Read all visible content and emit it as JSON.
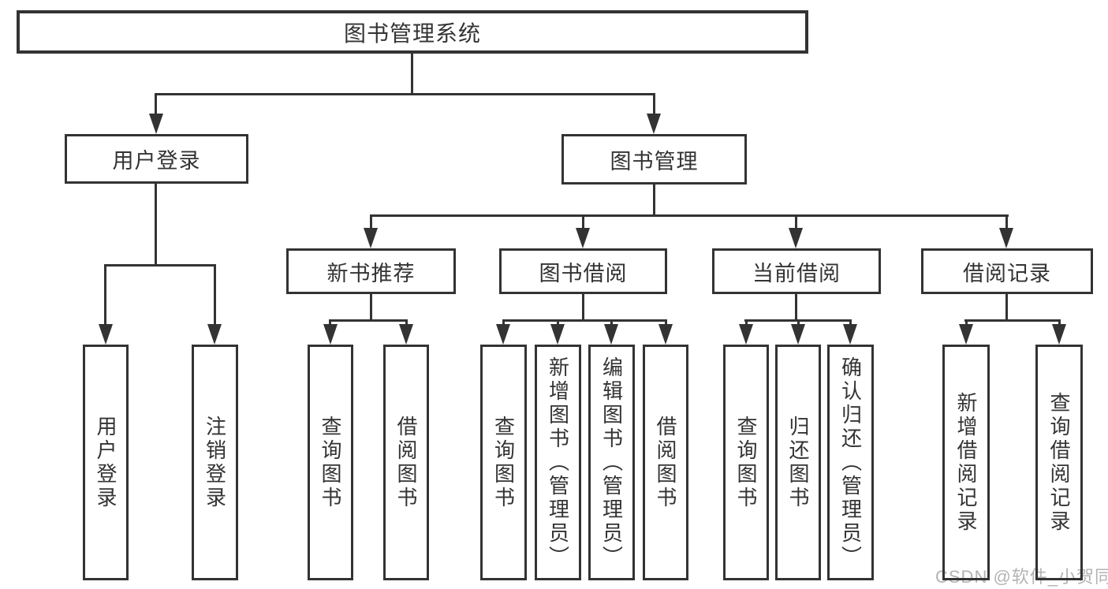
{
  "diagram": {
    "root_label": "图书管理系统",
    "user_login": {
      "label": "用户登录",
      "children": [
        "用户登录",
        "注销登录"
      ]
    },
    "book_management": {
      "label": "图书管理",
      "sections": [
        {
          "label": "新书推荐",
          "children": [
            "查询图书",
            "借阅图书"
          ]
        },
        {
          "label": "图书借阅",
          "children": [
            "查询图书",
            "新增图书（管理员）",
            "编辑图书（管理员）",
            "借阅图书"
          ]
        },
        {
          "label": "当前借阅",
          "children": [
            "查询图书",
            "归还图书",
            "确认归还（管理员）"
          ]
        },
        {
          "label": "借阅记录",
          "children": [
            "新增借阅记录",
            "查询借阅记录"
          ]
        }
      ]
    }
  },
  "watermark": {
    "text": "CSDN @软件_小贺同学"
  },
  "colors": {
    "line": "#333333",
    "box_border": "#333333",
    "text": "#333333",
    "background": "#ffffff",
    "watermark": "#b3b3b3"
  }
}
